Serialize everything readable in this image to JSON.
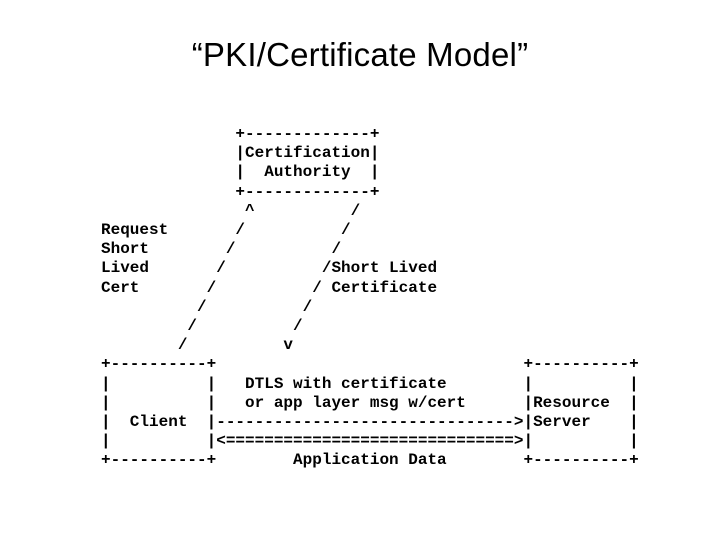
{
  "slide": {
    "title": "“PKI/Certificate Model”",
    "background_color": "#ffffff",
    "text_color": "#000000"
  },
  "diagram": {
    "type": "ascii-art-sequence-diagram",
    "font": "monospace",
    "nodes": [
      {
        "id": "certification-authority",
        "label_lines": [
          "Certification",
          "Authority"
        ],
        "box_width_chars": 15
      },
      {
        "id": "client",
        "label_lines": [
          "Client"
        ],
        "box_width_chars": 12
      },
      {
        "id": "resource-server",
        "label_lines": [
          "Resource",
          "Server"
        ],
        "box_width_chars": 12
      }
    ],
    "edges": [
      {
        "id": "request-short-lived-cert",
        "label_lines": [
          "Request",
          "Short",
          "Lived",
          "Cert"
        ],
        "from": "client",
        "to": "certification-authority",
        "arrow": "^"
      },
      {
        "id": "short-lived-certificate",
        "label_lines": [
          "Short Lived",
          "Certificate"
        ],
        "from": "certification-authority",
        "to": "client",
        "arrow": "v"
      },
      {
        "id": "dtls-request",
        "label_lines": [
          "DTLS with certificate",
          "or app layer msg w/cert"
        ],
        "from": "client",
        "to": "resource-server",
        "arrow": "-->"
      },
      {
        "id": "application-data",
        "label_lines": [
          "Application Data"
        ],
        "from": "resource-server",
        "to": "client",
        "arrow": "<=="
      }
    ],
    "art": "              +-------------+\n              |Certification|\n              |  Authority  |\n              +-------------+\n               ^          /\nRequest       /          /\nShort        /          /\nLived       /          /Short Lived\nCert       /          / Certificate\n          /          /\n         /          /\n        /          v\n+----------+          \n|          |   DTLS with certificate      |          |\n|          |   or app layer msg w/cert    |Resource  |\n|  Client  |----------------------------->|Server    |\n|          |<============================>|          |\n+----------+      Application Data        +----------+"
  },
  "art_lines": [
    "              +-------------+",
    "              |Certification|",
    "              |  Authority  |",
    "              +-------------+",
    "               ^          /",
    "Request       /          /",
    "Short        /          /",
    "Lived       /          /Short Lived",
    "Cert       /          / Certificate",
    "          /          /",
    "         /          /",
    "        /          v",
    "+----------+          ",
    "|          |   DTLS with certificate      |          |",
    "|          |   or app layer msg w/cert    |Resource  |",
    "|  Client  |----------------------------->|Server    |",
    "|          |<============================>|          |",
    "+----------+      Application Data        +----------+"
  ],
  "art_text": "              +-------------+\n              |Certification|\n              |  Authority  |\n              +-------------+\n               ^          /\nRequest       /          /\nShort        /          /\nLived       /          /Short Lived\nCert       /          / Certificate\n          /          /\n         /          /\n        /          v\n+----------+                                +----------+\n|          |   DTLS with certificate        |          |\n|          |   or app layer msg w/cert      |Resource  |\n|  Client  |------------------------------->|Server    |\n|          |<==============================>|          |\n+----------+        Application Data        +----------+"
}
